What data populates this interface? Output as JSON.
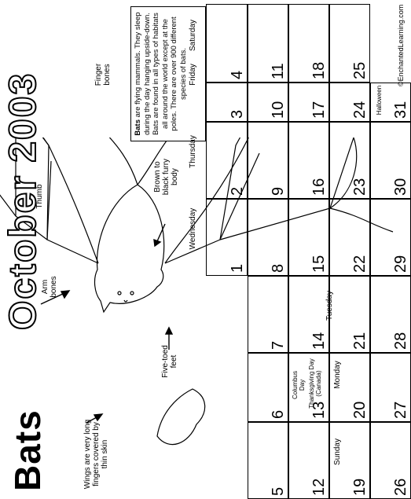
{
  "title": "Bats",
  "month_title": "October 2003",
  "copyright": "©EnchantedLearning.com",
  "info": {
    "lead": "Bats",
    "text": " are flying mammals. They sleep during the day hanging upside-down. Bats are found in all types of habitats all around the world except at the poles. There are over 900 different species of bats."
  },
  "labels": {
    "wings": "Wings are very long fingers covered by thin skin",
    "arm_bones": "Arm bones",
    "thumb": "Thumb",
    "finger_bones": "Finger bones",
    "five_toed_feet": "Five-toed feet",
    "body": "Brown to black furry body"
  },
  "calendar": {
    "days": [
      "Sunday",
      "Monday",
      "Tuesday",
      "Wednesday",
      "Thursday",
      "Friday",
      "Saturday"
    ],
    "weeks": [
      [
        "",
        "",
        "",
        "1",
        "2",
        "3",
        "4"
      ],
      [
        "5",
        "6",
        "7",
        "8",
        "9",
        "10",
        "11"
      ],
      [
        "12",
        "13",
        "14",
        "15",
        "16",
        "17",
        "18"
      ],
      [
        "19",
        "20",
        "21",
        "22",
        "23",
        "24",
        "25"
      ],
      [
        "26",
        "27",
        "28",
        "29",
        "30",
        "31",
        ""
      ]
    ],
    "notes": {
      "columbus": "Columbus Day",
      "thanksgiving": "Thanksgiving Day (Canada)",
      "halloween": "Halloween"
    }
  }
}
